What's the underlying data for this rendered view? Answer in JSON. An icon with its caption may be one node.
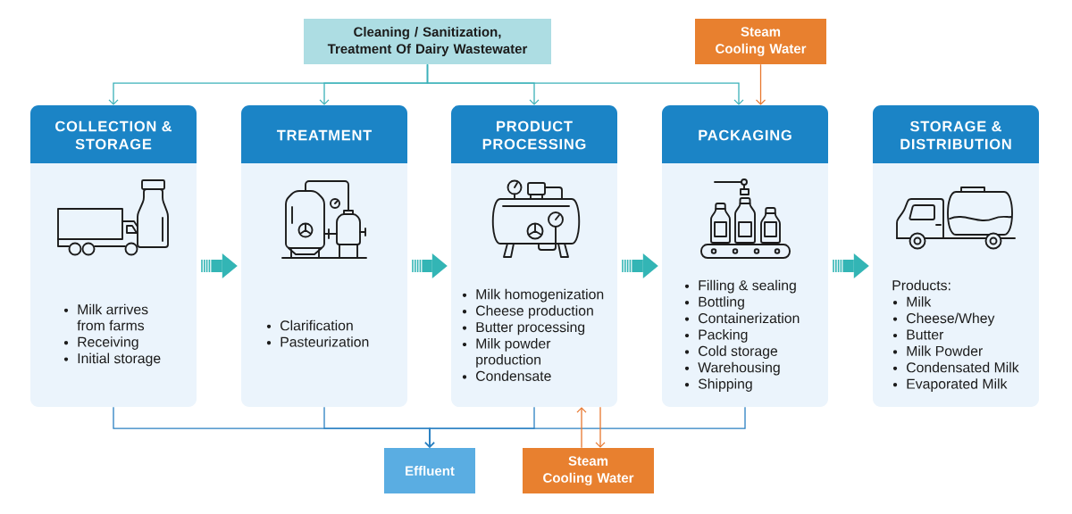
{
  "diagram": {
    "nodes": [
      {
        "text": [
          "Cleaning / Sanitization, Treatment Of Dairy Wastewater"
        ]
      },
      {
        "text": [
          "Steam Cooling Water"
        ]
      },
      {
        "text": [
          "COLLECTION & STORAGE",
          "Milk arrives from farms",
          "Receiving",
          "Initial storage"
        ]
      },
      {
        "text": [
          "TREATMENT",
          "Clarification",
          "Pasteurization"
        ]
      },
      {
        "text": [
          "PRODUCT PROCESSING",
          "Milk homogenization",
          "Cheese production",
          "Butter processing",
          "Milk powder production",
          "Condensate"
        ]
      },
      {
        "text": [
          "PACKAGING",
          "Filling & sealing",
          "Bottling",
          "Containerization",
          "Packing",
          "Cold storage",
          "Warehousing",
          "Shipping"
        ]
      },
      {
        "text": [
          "STORAGE & DISTRIBUTION",
          "Products:",
          "Milk",
          "Cheese/Whey",
          "Butter",
          "Milk Powder",
          "Condensated Milk",
          "Evaporated Milk"
        ]
      },
      {
        "text": [
          "Effluent"
        ]
      },
      {
        "text": [
          "Steam Cooling Water"
        ]
      }
    ],
    "edges": [
      {
        "from": 0,
        "to": 2,
        "arrow": "to",
        "color": "#3bb1b9"
      },
      {
        "from": 0,
        "to": 3,
        "arrow": "to",
        "color": "#3bb1b9"
      },
      {
        "from": 0,
        "to": 4,
        "arrow": "to",
        "color": "#3bb1b9"
      },
      {
        "from": 0,
        "to": 5,
        "arrow": "to",
        "color": "#3bb1b9"
      },
      {
        "from": 1,
        "to": 5,
        "arrow": "to",
        "color": "#e8772e"
      },
      {
        "from": 2,
        "to": 3,
        "arrow": "to",
        "style": "thick",
        "color": "#33b5b5"
      },
      {
        "from": 3,
        "to": 4,
        "arrow": "to",
        "style": "thick",
        "color": "#33b5b5"
      },
      {
        "from": 4,
        "to": 5,
        "arrow": "to",
        "style": "thick",
        "color": "#33b5b5"
      },
      {
        "from": 5,
        "to": 6,
        "arrow": "to",
        "style": "thick",
        "color": "#33b5b5"
      },
      {
        "from": 2,
        "to": 7,
        "arrow": "to",
        "color": "#2a80c2"
      },
      {
        "from": 3,
        "to": 7,
        "arrow": "to",
        "color": "#2a80c2"
      },
      {
        "from": 4,
        "to": 7,
        "arrow": "to",
        "color": "#2a80c2"
      },
      {
        "from": 5,
        "to": 7,
        "arrow": "to",
        "color": "#2a80c2"
      },
      {
        "from": 8,
        "to": 4,
        "arrow": "to",
        "color": "#e8772e"
      },
      {
        "from": 4,
        "to": 8,
        "arrow": "to",
        "color": "#e8772e"
      }
    ]
  }
}
